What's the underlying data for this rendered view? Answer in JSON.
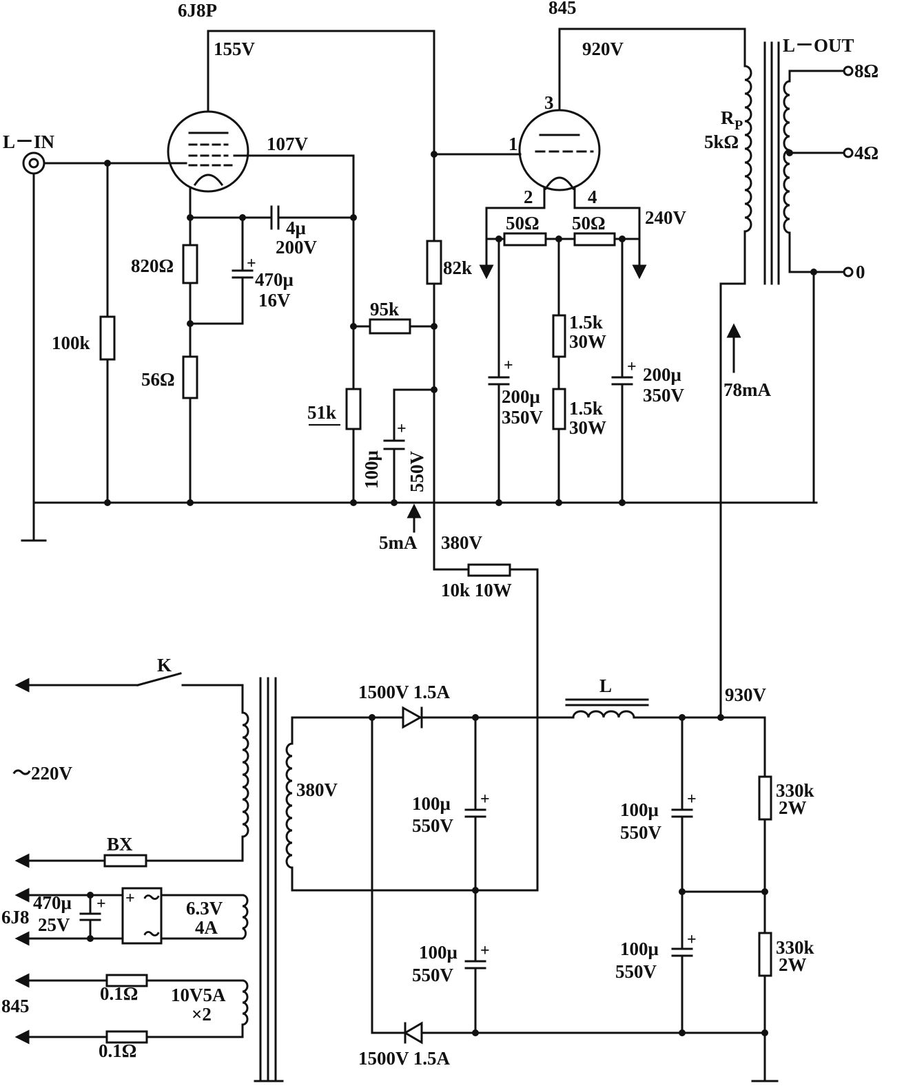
{
  "tubes": {
    "driver": {
      "name": "6J8P",
      "plate_voltage": "155V",
      "screen_voltage": "107V"
    },
    "output": {
      "name": "845",
      "plate_voltage": "920V",
      "pin1": "1",
      "pin2": "2",
      "pin3": "3",
      "pin4": "4",
      "filament_voltage": "240V"
    }
  },
  "io": {
    "input": "L－IN",
    "output": "L－OUT",
    "tap_8": "8Ω",
    "tap_4": "4Ω",
    "tap_0": "0"
  },
  "output_transformer": {
    "label_r": "R",
    "label_sub": "P",
    "impedance": "5kΩ"
  },
  "components": {
    "r_grid": "100k",
    "r_cath1": "820Ω",
    "r_cath2": "56Ω",
    "c_cath_value": "470μ",
    "c_cath_volt": "16V",
    "c_coup_value": "4μ",
    "c_coup_volt": "200V",
    "r_95k": "95k",
    "r_51k": "51k",
    "r_82k": "82k",
    "c_dec_value": "100μ",
    "c_dec_volt": "550V",
    "r_fil_a": "50Ω",
    "r_fil_b": "50Ω",
    "r_bias1_value": "1.5k",
    "r_bias1_power": "30W",
    "r_bias2_value": "1.5k",
    "r_bias2_power": "30W",
    "c_bias1_value": "200μ",
    "c_bias1_volt": "350V",
    "c_bias2_value": "200μ",
    "c_bias2_volt": "350V",
    "r_drop": "10k 10W"
  },
  "measurements": {
    "driver_current": "5mA",
    "driver_supply": "380V",
    "output_current": "78mA",
    "hv_supply": "930V"
  },
  "power_supply": {
    "switch": "K",
    "mains": "～220V",
    "fuse": "BX",
    "secondary_hv": "380V",
    "diode_top": "1500V 1.5A",
    "diode_bottom": "1500V 1.5A",
    "choke": "L",
    "c1_value": "100μ",
    "c1_volt": "550V",
    "c2_value": "100μ",
    "c2_volt": "550V",
    "c3_value": "100μ",
    "c3_volt": "550V",
    "c4_value": "100μ",
    "c4_volt": "550V",
    "bleeder1_value": "330k",
    "bleeder1_power": "2W",
    "bleeder2_value": "330k",
    "bleeder2_power": "2W",
    "heater_6j8_label": "6J8",
    "heater_6j8_cap_value": "470μ",
    "heater_6j8_cap_volt": "25V",
    "heater_6j8_winding_volt": "6.3V",
    "heater_6j8_winding_amp": "4A",
    "heater_845_label": "845",
    "heater_845_res1": "0.1Ω",
    "heater_845_res2": "0.1Ω",
    "heater_845_winding": "10V5A",
    "heater_845_mult": "×2",
    "bridge_plus": "+",
    "bridge_ac_top": "～",
    "bridge_ac_bottom": "～",
    "plus_sign": "+"
  }
}
